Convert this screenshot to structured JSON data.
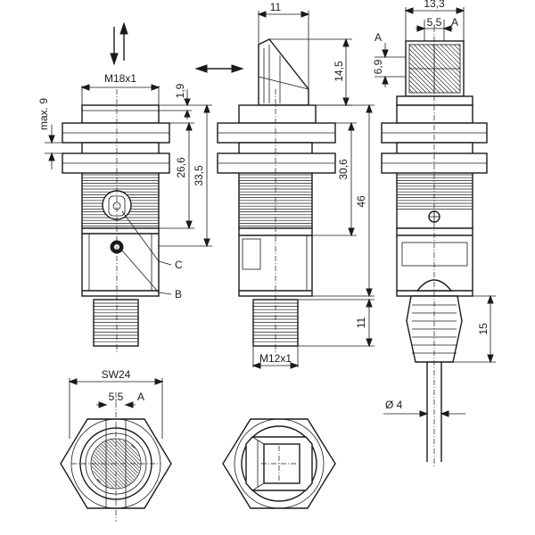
{
  "labels": {
    "thread_m18": "M18x1",
    "max9": "max. 9",
    "d1_9": "1,9",
    "d26_6": "26,6",
    "d33_5": "33,5",
    "d11_top": "11",
    "d14_5": "14,5",
    "d30_6": "30,6",
    "d46": "46",
    "d11_side": "11",
    "thread_m12": "M12x1",
    "d13_3": "13,3",
    "d5_5_top": "5,5",
    "A_top": "A",
    "A_left": "A",
    "d6_9": "6,9",
    "d15": "15",
    "dia4": "Ø 4",
    "C": "C",
    "B": "B",
    "sw24": "SW24",
    "d5_5_bottom": "5,5",
    "A_bottom": "A"
  }
}
